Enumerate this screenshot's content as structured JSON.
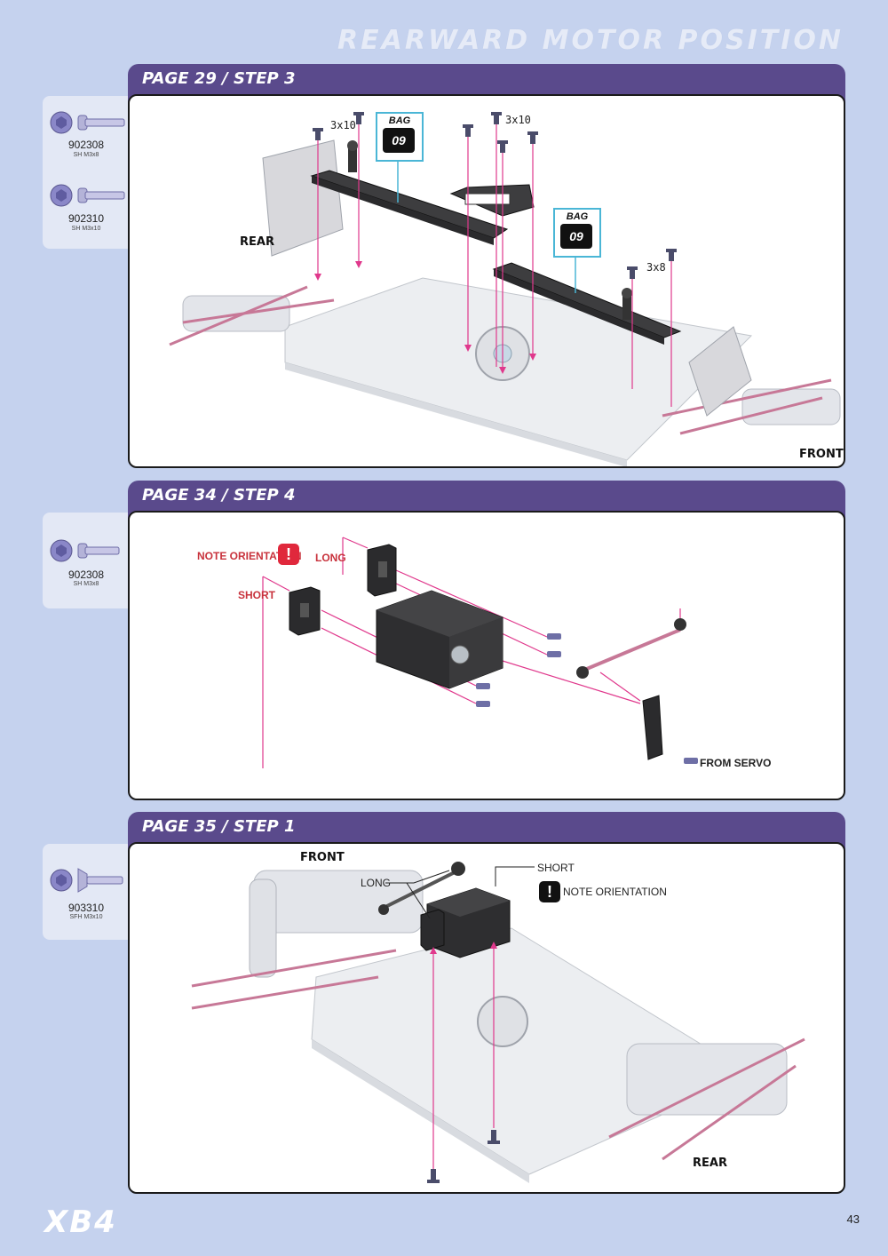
{
  "page": {
    "title": "REARWARD MOTOR POSITION",
    "logo": "XB4",
    "page_number": "43"
  },
  "icons": {
    "screw": "hex-socket-screw-icon",
    "warning": "exclamation-icon",
    "bag": "bag-icon"
  },
  "colors": {
    "header": "#5a4a8c",
    "background": "#c5d2ee",
    "guide": "#e0388c",
    "warning": "#e0283c",
    "bag_border": "#4ab6d6"
  },
  "sections": [
    {
      "header": "PAGE 29 / STEP 3",
      "parts": [
        {
          "number": "902308",
          "desc": "SH M3x8"
        },
        {
          "number": "902310",
          "desc": "SH M3x10"
        }
      ],
      "labels": {
        "screw_a": "3x10",
        "screw_b": "3x10",
        "screw_c": "3x8",
        "rear": "REAR",
        "front": "FRONT"
      },
      "bags": [
        {
          "word": "BAG",
          "number": "09"
        },
        {
          "word": "BAG",
          "number": "09"
        }
      ]
    },
    {
      "header": "PAGE 34 / STEP 4",
      "parts": [
        {
          "number": "902308",
          "desc": "SH M3x8"
        }
      ],
      "labels": {
        "note": "NOTE ORIENTATION",
        "long": "LONG",
        "short": "SHORT",
        "from_servo": "FROM SERVO"
      },
      "warning_mark": "!"
    },
    {
      "header": "PAGE 35 / STEP 1",
      "parts": [
        {
          "number": "903310",
          "desc": "SFH M3x10"
        }
      ],
      "labels": {
        "front": "FRONT",
        "long": "LONG",
        "short": "SHORT",
        "note": "NOTE ORIENTATION",
        "rear": "REAR"
      },
      "warning_mark": "!"
    }
  ]
}
